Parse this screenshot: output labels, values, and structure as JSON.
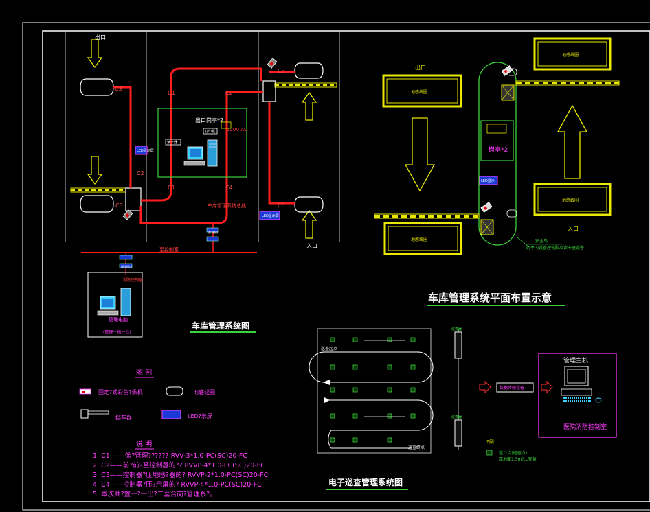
{
  "left_plan": {
    "exit_label": "出口",
    "entrance_label": "入口",
    "guard_booth_label": "出口岗亭*2",
    "power_label": "220V AC",
    "printer_label": "打印机",
    "reader_label": "读卡器",
    "cable_label": "车库管理系统总线",
    "bus_label": "至控制室",
    "cable_tags": [
      "C1",
      "C2",
      "C3",
      "C4"
    ],
    "small_tags": [
      "LED显示屏",
      "LED显示屏",
      "通讯模块",
      "通讯模块",
      "接口模块"
    ],
    "control_room_label": "消防控制室",
    "monitor_label": "管理电脑",
    "monitor_sub": "(管理主机一台)",
    "title": "车库管理系统图"
  },
  "legend": {
    "title": "图  例",
    "items": [
      {
        "symbol": "camera",
        "text": "固定?式彩色?像机"
      },
      {
        "symbol": "loop",
        "text": "地感线圈"
      },
      {
        "symbol": "barrier",
        "text": "挡车器"
      },
      {
        "symbol": "led",
        "text": "LED?示屏"
      }
    ]
  },
  "notes": {
    "title": "说  明",
    "lines": [
      "1. C1  ——像?管理??????   RVV-3*1.0-PC(SC)20-FC",
      "2. C2——前?前?至控制器的??  RVVP-4*1.0-PC(SC)20-FC",
      "3. C3——控制器?压地感?器的?  RVVP-2*1.0-PC(SC)20-FC",
      "4. C4——控制器?压?示屏的?  RVVP-4*1.0-PC(SC)20-FC",
      "5. 本次共?置一?一出?二套合岗?管理系?。"
    ]
  },
  "right_plan": {
    "exit_label": "出口",
    "entrance_label": "入口",
    "booth_label": "岗亭*2",
    "loop_label": "地感线圈",
    "booth_sub": "LED显示",
    "island_label": "安全岛",
    "island_note": "岗亭内设管理电脑及读卡器设备",
    "title": "车库管理系统平面布置示意"
  },
  "patrol": {
    "title": "电子巡查管理系统图",
    "start_label": "巡查起点",
    "end_label": "巡查终点",
    "reader_top": "巡查器",
    "reader_bottom": "巡查器",
    "transfer_label": "数据传输设备",
    "host_label": "管理主机",
    "room_label": "医院消防控制室",
    "legend_title": "?例:",
    "legend_line1": "巡??点(巡查点)",
    "legend_line2": "距地面1.5m?上安装"
  }
}
